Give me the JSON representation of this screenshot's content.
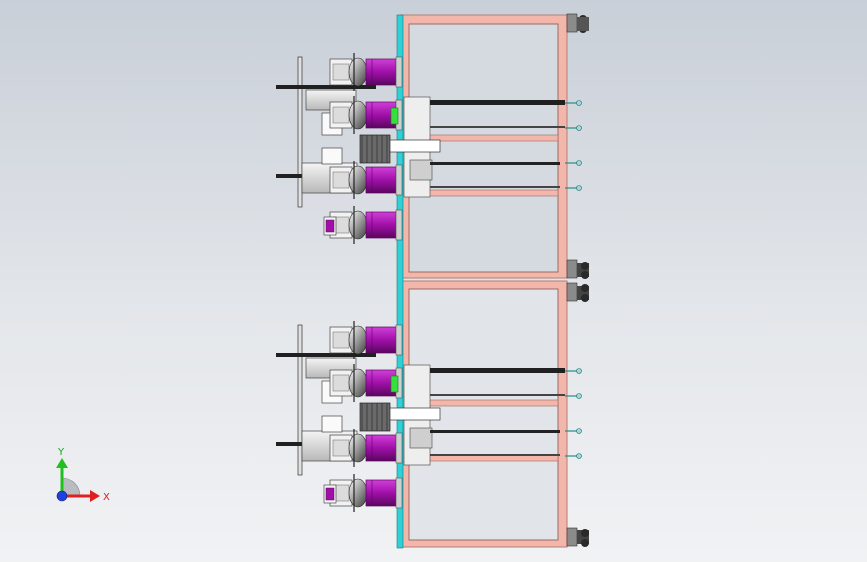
{
  "view": {
    "background_top": "#c9cfd8",
    "background_bottom": "#f1f2f4"
  },
  "colors": {
    "frame": "#f2b6ab",
    "frame_edge": "#b77d73",
    "rail": "#2fd0d6",
    "motor": "#a010a8",
    "motor_dark": "#5a0660",
    "sensor": "#35e03a",
    "shaft": "#202020",
    "axis_x": "#e02020",
    "axis_y": "#20c020",
    "axis_z": "#2040e0"
  },
  "triad": {
    "x_label": "X",
    "y_label": "Y",
    "icon": "coordinate-triad-icon"
  },
  "assembly": {
    "module_count": 2,
    "motors_per_module": 4
  }
}
